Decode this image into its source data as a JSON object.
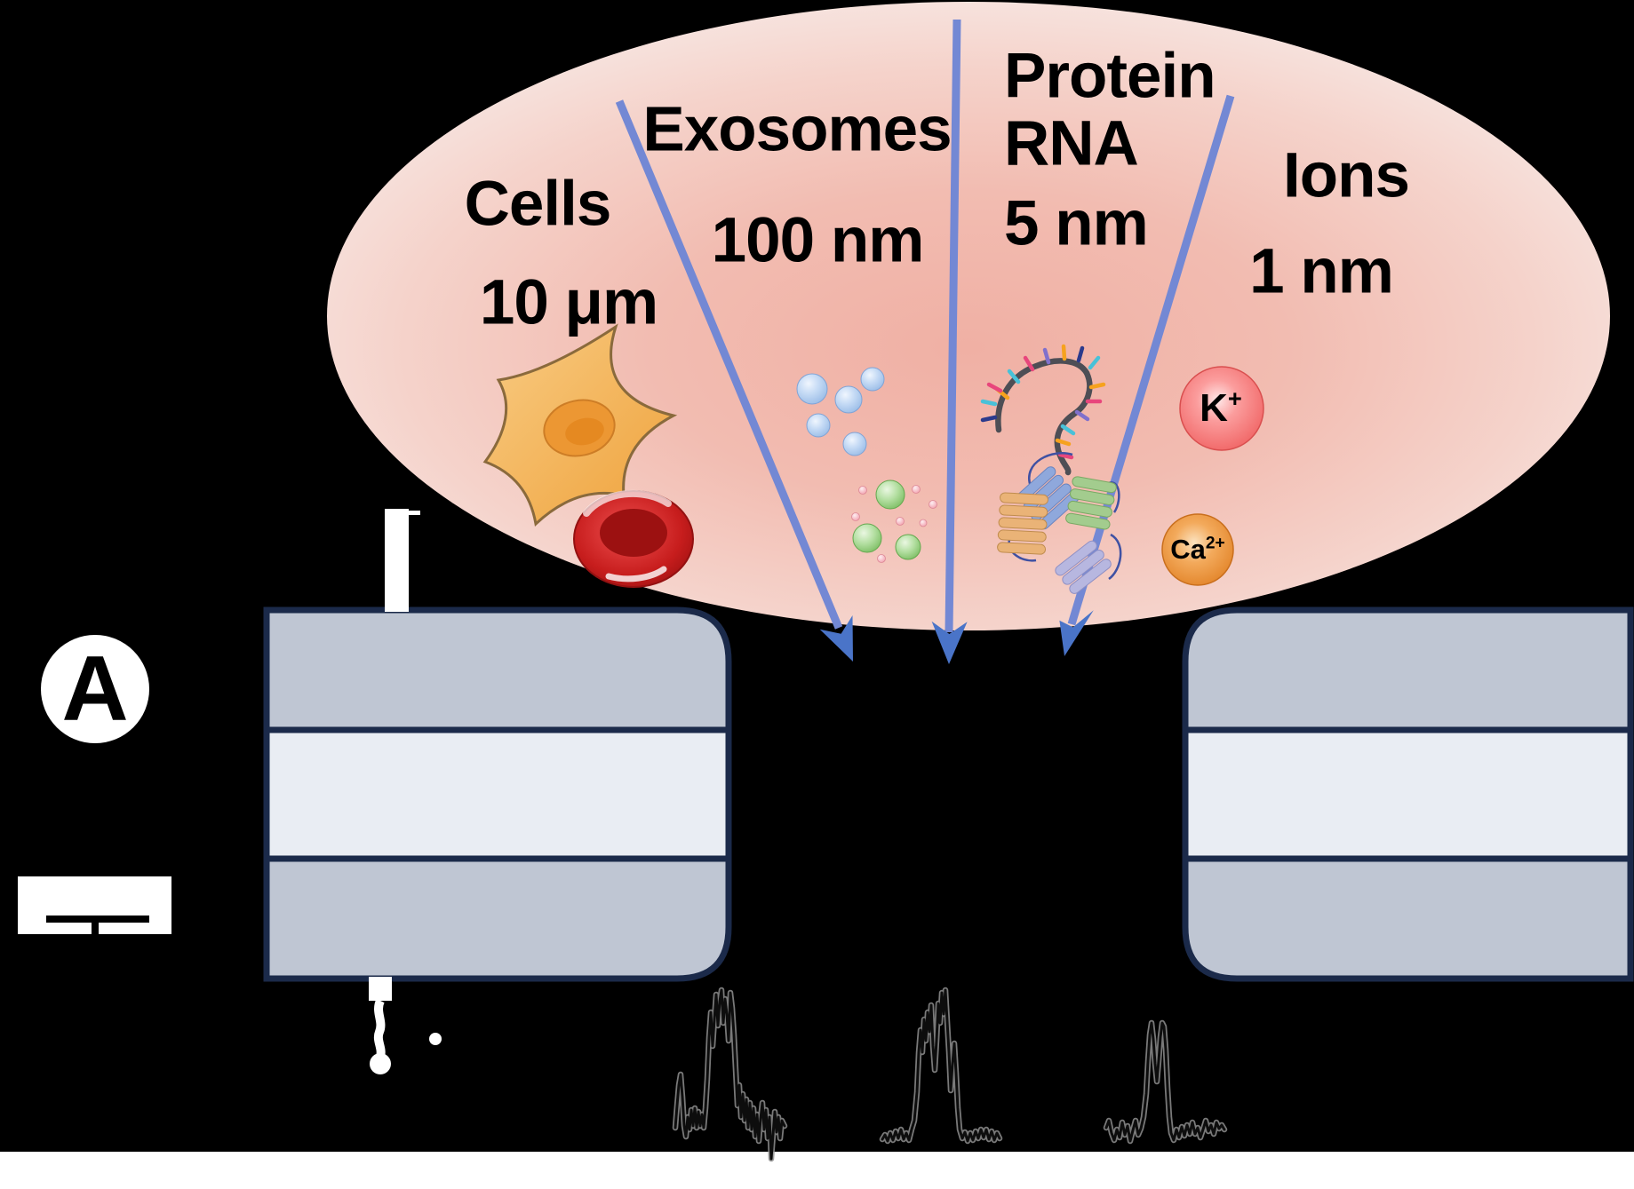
{
  "panel_label": "A",
  "sectors": {
    "cells": {
      "name": "Cells",
      "size": "10 μm"
    },
    "exosomes": {
      "name": "Exosomes",
      "size": "100 nm"
    },
    "protein_rna": {
      "line1": "Protein",
      "line2": "RNA",
      "size": "5 nm"
    },
    "ions": {
      "name": "Ions",
      "size": "1 nm"
    }
  },
  "ion_labels": {
    "potassium": {
      "base": "K",
      "sup": "+"
    },
    "calcium": {
      "base": "Ca",
      "sup": "2+"
    }
  },
  "colors": {
    "background": "#000000",
    "bottom_strip": "#ffffff",
    "ellipse_center": "#f0b0a4",
    "ellipse_edge": "#f8ece9",
    "divider_line_blue": "#7388d4",
    "arrowhead_blue": "#4a74c8",
    "membrane_outer_layer": "#bfc6d3",
    "membrane_inner_layer": "#e9edf3",
    "membrane_border": "#1b2a4a",
    "electrode_white": "#ffffff",
    "trace_color": "#0d0d0d",
    "trace_halo": "#8f8f8f",
    "potassium_sphere": "#ef5d5d",
    "calcium_sphere": "#e07f22"
  },
  "traces": [
    {
      "name": "trace-cells",
      "points": [
        [
          760,
          1270
        ],
        [
          762,
          1245
        ],
        [
          764,
          1222
        ],
        [
          766,
          1210
        ],
        [
          768,
          1235
        ],
        [
          770,
          1268
        ],
        [
          772,
          1280
        ],
        [
          774,
          1258
        ],
        [
          776,
          1272
        ],
        [
          778,
          1250
        ],
        [
          780,
          1268
        ],
        [
          782,
          1248
        ],
        [
          784,
          1270
        ],
        [
          786,
          1252
        ],
        [
          788,
          1268
        ],
        [
          790,
          1255
        ],
        [
          792,
          1270
        ],
        [
          794,
          1248
        ],
        [
          796,
          1215
        ],
        [
          798,
          1168
        ],
        [
          800,
          1140
        ],
        [
          802,
          1178
        ],
        [
          804,
          1148
        ],
        [
          806,
          1120
        ],
        [
          808,
          1155
        ],
        [
          810,
          1128
        ],
        [
          812,
          1115
        ],
        [
          814,
          1152
        ],
        [
          816,
          1125
        ],
        [
          818,
          1142
        ],
        [
          820,
          1172
        ],
        [
          822,
          1118
        ],
        [
          824,
          1135
        ],
        [
          826,
          1165
        ],
        [
          828,
          1205
        ],
        [
          830,
          1245
        ],
        [
          832,
          1222
        ],
        [
          834,
          1258
        ],
        [
          836,
          1232
        ],
        [
          838,
          1262
        ],
        [
          840,
          1238
        ],
        [
          842,
          1270
        ],
        [
          844,
          1242
        ],
        [
          846,
          1272
        ],
        [
          848,
          1248
        ],
        [
          850,
          1280
        ],
        [
          852,
          1255
        ],
        [
          854,
          1285
        ],
        [
          856,
          1260
        ],
        [
          858,
          1242
        ],
        [
          860,
          1272
        ],
        [
          862,
          1250
        ],
        [
          864,
          1282
        ],
        [
          866,
          1258
        ],
        [
          868,
          1305
        ],
        [
          870,
          1278
        ],
        [
          872,
          1252
        ],
        [
          874,
          1275
        ],
        [
          876,
          1258
        ],
        [
          878,
          1282
        ],
        [
          880,
          1262
        ],
        [
          883,
          1268
        ]
      ]
    },
    {
      "name": "trace-exosomes",
      "points": [
        [
          993,
          1283
        ],
        [
          996,
          1278
        ],
        [
          999,
          1285
        ],
        [
          1002,
          1276
        ],
        [
          1005,
          1284
        ],
        [
          1008,
          1274
        ],
        [
          1011,
          1282
        ],
        [
          1014,
          1272
        ],
        [
          1017,
          1283
        ],
        [
          1020,
          1276
        ],
        [
          1023,
          1284
        ],
        [
          1026,
          1272
        ],
        [
          1029,
          1262
        ],
        [
          1032,
          1230
        ],
        [
          1034,
          1185
        ],
        [
          1036,
          1160
        ],
        [
          1038,
          1185
        ],
        [
          1040,
          1148
        ],
        [
          1042,
          1172
        ],
        [
          1044,
          1140
        ],
        [
          1046,
          1162
        ],
        [
          1048,
          1132
        ],
        [
          1050,
          1178
        ],
        [
          1052,
          1205
        ],
        [
          1054,
          1172
        ],
        [
          1056,
          1130
        ],
        [
          1058,
          1152
        ],
        [
          1060,
          1118
        ],
        [
          1062,
          1142
        ],
        [
          1064,
          1115
        ],
        [
          1066,
          1150
        ],
        [
          1068,
          1185
        ],
        [
          1070,
          1228
        ],
        [
          1072,
          1198
        ],
        [
          1074,
          1175
        ],
        [
          1076,
          1208
        ],
        [
          1078,
          1248
        ],
        [
          1080,
          1272
        ],
        [
          1083,
          1282
        ],
        [
          1086,
          1275
        ],
        [
          1089,
          1285
        ],
        [
          1092,
          1276
        ],
        [
          1095,
          1284
        ],
        [
          1098,
          1274
        ],
        [
          1101,
          1282
        ],
        [
          1104,
          1272
        ],
        [
          1107,
          1281
        ],
        [
          1110,
          1272
        ],
        [
          1113,
          1283
        ],
        [
          1116,
          1274
        ],
        [
          1119,
          1284
        ],
        [
          1122,
          1276
        ],
        [
          1125,
          1282
        ]
      ]
    },
    {
      "name": "trace-ions",
      "points": [
        [
          1245,
          1270
        ],
        [
          1248,
          1262
        ],
        [
          1251,
          1276
        ],
        [
          1254,
          1284
        ],
        [
          1257,
          1272
        ],
        [
          1260,
          1281
        ],
        [
          1263,
          1264
        ],
        [
          1266,
          1278
        ],
        [
          1269,
          1268
        ],
        [
          1272,
          1285
        ],
        [
          1275,
          1273
        ],
        [
          1278,
          1262
        ],
        [
          1281,
          1278
        ],
        [
          1284,
          1271
        ],
        [
          1287,
          1258
        ],
        [
          1290,
          1232
        ],
        [
          1292,
          1195
        ],
        [
          1294,
          1165
        ],
        [
          1296,
          1152
        ],
        [
          1298,
          1170
        ],
        [
          1300,
          1198
        ],
        [
          1302,
          1218
        ],
        [
          1304,
          1195
        ],
        [
          1306,
          1168
        ],
        [
          1308,
          1152
        ],
        [
          1310,
          1156
        ],
        [
          1312,
          1182
        ],
        [
          1314,
          1225
        ],
        [
          1316,
          1258
        ],
        [
          1318,
          1276
        ],
        [
          1321,
          1284
        ],
        [
          1324,
          1272
        ],
        [
          1327,
          1281
        ],
        [
          1330,
          1269
        ],
        [
          1333,
          1279
        ],
        [
          1336,
          1267
        ],
        [
          1339,
          1277
        ],
        [
          1342,
          1264
        ],
        [
          1345,
          1277
        ],
        [
          1348,
          1270
        ],
        [
          1351,
          1281
        ],
        [
          1354,
          1272
        ],
        [
          1357,
          1262
        ],
        [
          1360,
          1274
        ],
        [
          1363,
          1267
        ],
        [
          1366,
          1277
        ],
        [
          1369,
          1264
        ],
        [
          1372,
          1271
        ],
        [
          1375,
          1267
        ],
        [
          1378,
          1272
        ]
      ]
    }
  ]
}
